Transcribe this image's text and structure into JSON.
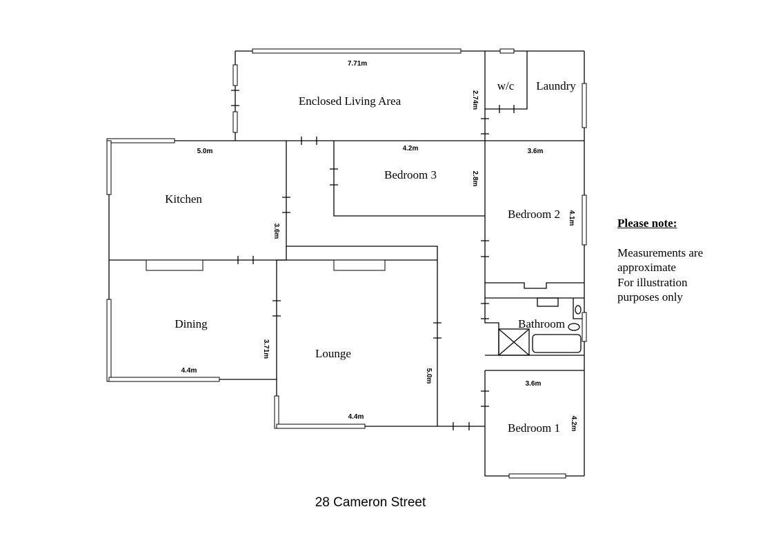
{
  "rooms": {
    "enclosed_living": "Enclosed Living Area",
    "wc": "w/c",
    "laundry": "Laundry",
    "kitchen": "Kitchen",
    "bedroom3": "Bedroom 3",
    "bedroom2": "Bedroom 2",
    "bathroom": "Bathroom",
    "dining": "Dining",
    "lounge": "Lounge",
    "bedroom1": "Bedroom 1"
  },
  "dimensions": {
    "enclosed_living_width": "7.71m",
    "enclosed_living_depth": "2.74m",
    "bedroom3_width": "4.2m",
    "bedroom3_depth": "2.8m",
    "bedroom2_width": "3.6m",
    "bedroom2_depth": "4.1m",
    "kitchen_width": "5.0m",
    "kitchen_depth": "3.6m",
    "dining_depth": "3.71m",
    "dining_width": "4.4m",
    "lounge_width": "4.4m",
    "lounge_depth": "5.0m",
    "bedroom1_width": "3.6m",
    "bedroom1_depth": "4.2m"
  },
  "title": "28 Cameron Street",
  "note": {
    "heading": "Please note:",
    "lines": [
      "Measurements are",
      "approximate",
      "For illustration",
      "purposes only"
    ]
  }
}
